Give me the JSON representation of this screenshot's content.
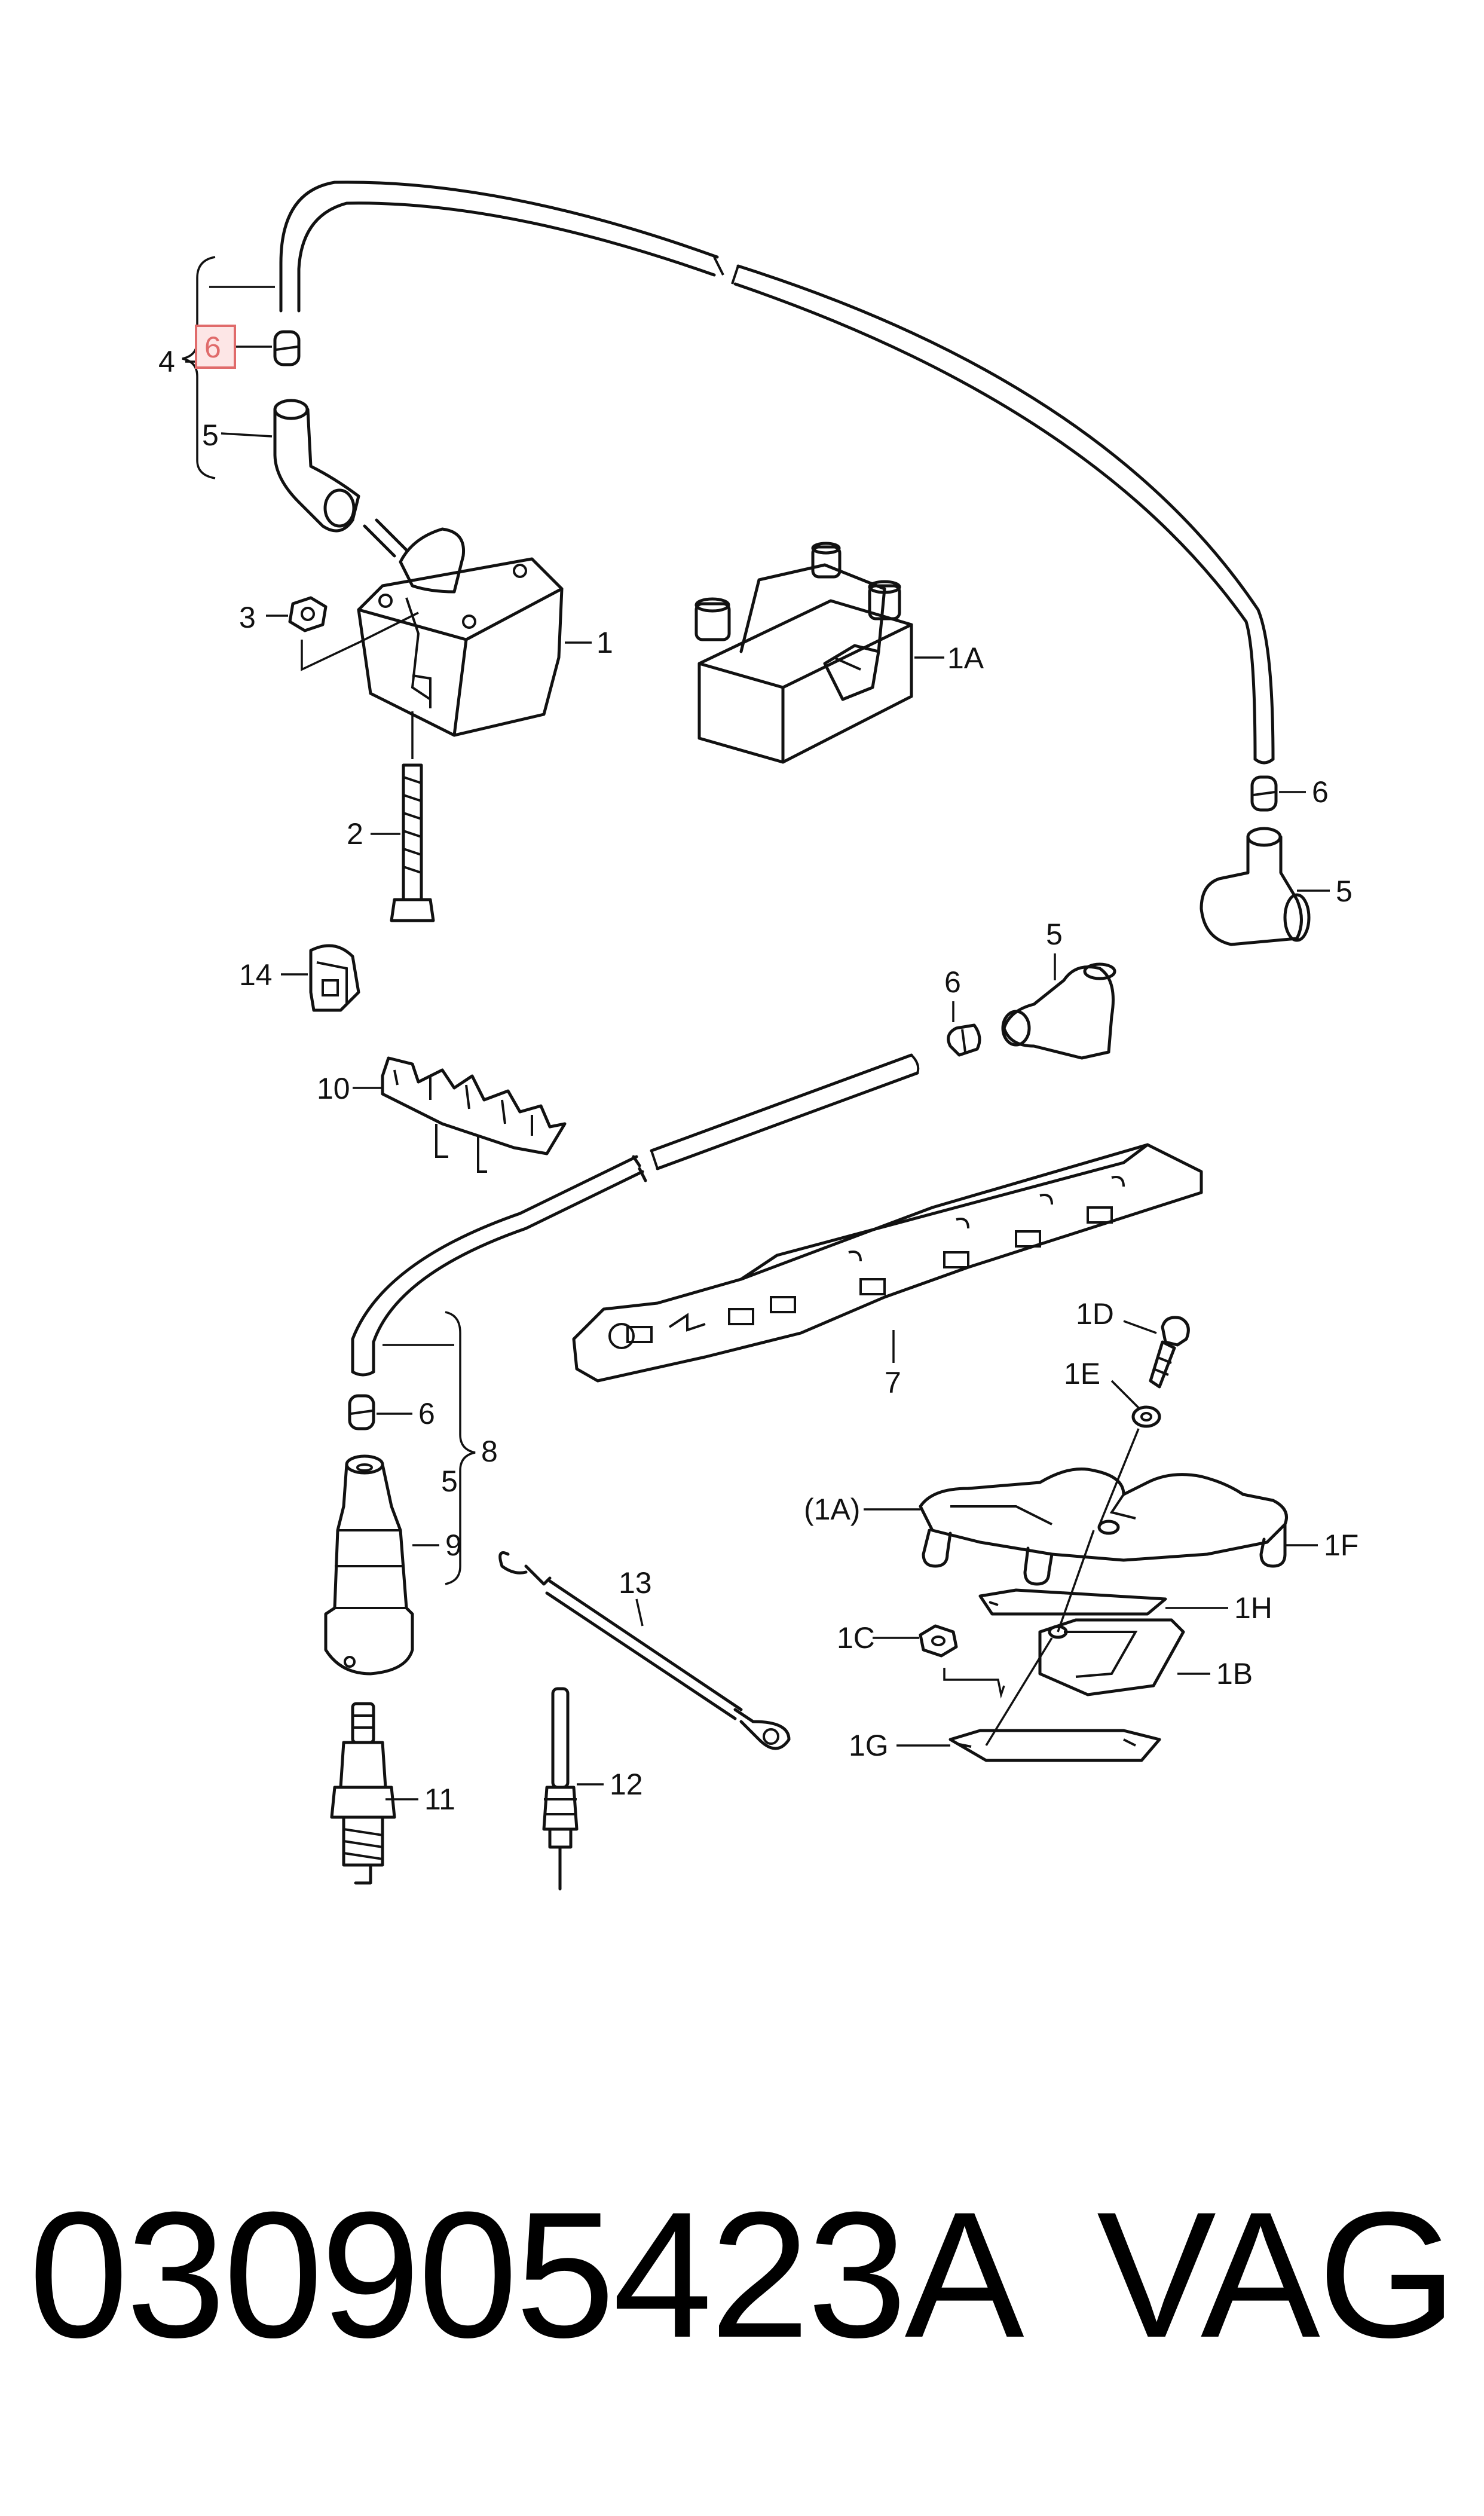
{
  "labels": {
    "l4": "4",
    "l6a": "6",
    "l5a": "5",
    "l3": "3",
    "l1": "1",
    "l1A": "1A",
    "l2": "2",
    "l6b": "6",
    "l5b": "5",
    "l14": "14",
    "l10": "10",
    "l5c": "5",
    "l6c": "6",
    "l7": "7",
    "l1D": "1D",
    "l1E": "1E",
    "l6d": "6",
    "l8": "8",
    "l5d": "5",
    "l9": "9",
    "l1Ap": "(1A)",
    "l1F": "1F",
    "l13": "13",
    "l1H": "1H",
    "l1C": "1C",
    "l1B": "1B",
    "l1G": "1G",
    "l11": "11",
    "l12": "12"
  },
  "highlighted_callout": "6",
  "footer": {
    "part_number": "030905423A",
    "brand": "VAG"
  },
  "colors": {
    "ink": "#111111",
    "highlight_fill": "#fde6e6",
    "highlight_stroke": "#e06b6b",
    "background": "#ffffff"
  }
}
